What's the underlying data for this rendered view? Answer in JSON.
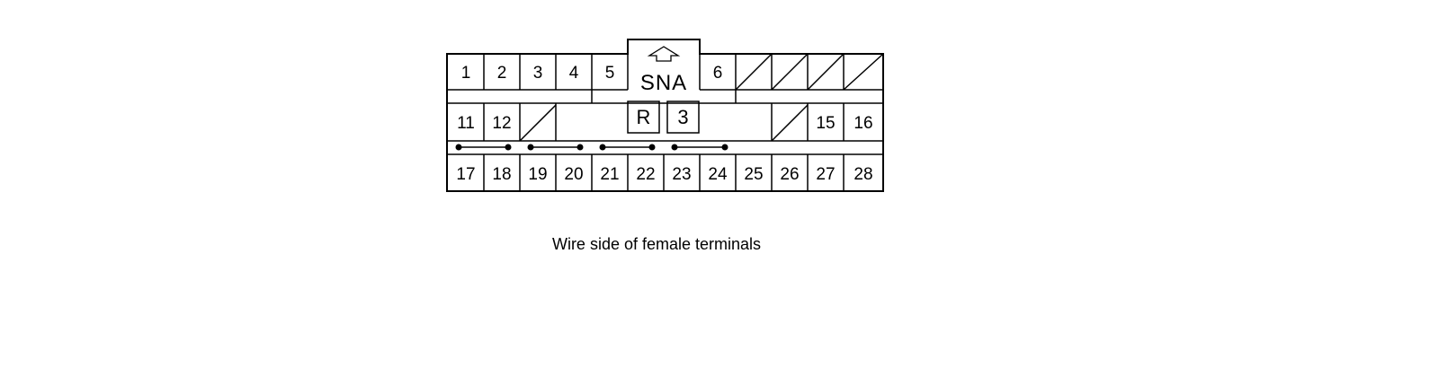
{
  "connector": {
    "code": "SNA",
    "color_letter": "R",
    "pin_count_label": "3",
    "orientation_icon": "up-arrow-icon",
    "caption": "Wire side of female terminals",
    "rows": [
      [
        "1",
        "2",
        "3",
        "4",
        "5",
        "6"
      ],
      [
        "11",
        "12",
        "15",
        "16"
      ],
      [
        "17",
        "18",
        "19",
        "20",
        "21",
        "22",
        "23",
        "24",
        "25",
        "26",
        "27",
        "28"
      ]
    ],
    "empty_cavities": [
      "7",
      "8",
      "9",
      "10",
      "13",
      "14"
    ],
    "shorted_pairs": [
      [
        "17",
        "18"
      ],
      [
        "19",
        "20"
      ],
      [
        "21",
        "22"
      ],
      [
        "23",
        "24"
      ]
    ]
  }
}
